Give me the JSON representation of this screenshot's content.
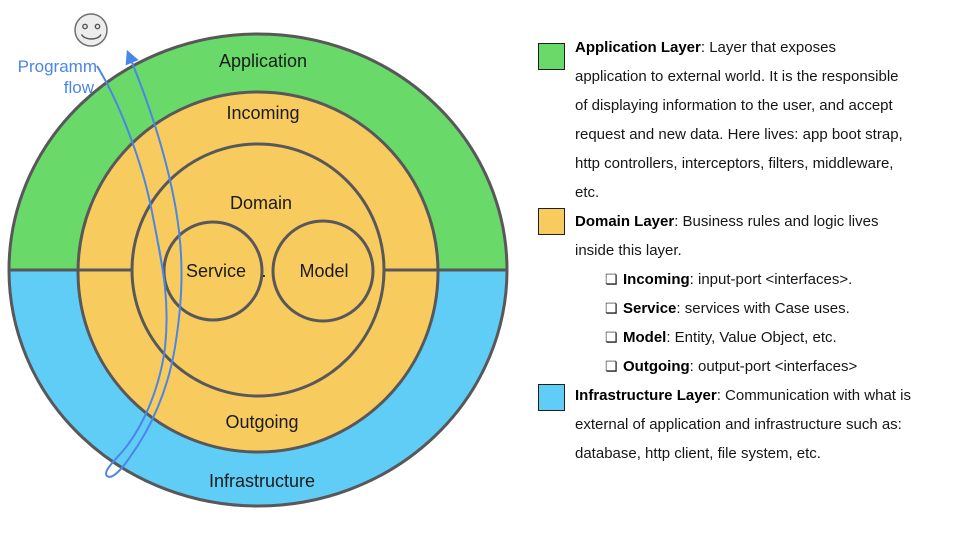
{
  "diagram": {
    "rings": {
      "application": "Application",
      "incoming": "Incoming",
      "domain": "Domain",
      "service": "Service",
      "model": "Model",
      "outgoing": "Outgoing",
      "infrastructure": "Infrastructure"
    },
    "stray_dot": ".",
    "flow_label_line1": "Programm",
    "flow_label_line2": "flow",
    "colors": {
      "application_green": "#69d969",
      "domain_yellow": "#f8cb5f",
      "infrastructure_blue": "#5fcdf5",
      "ring_stroke": "#58585a",
      "flow_blue": "#4a86e8",
      "smiley_fill": "#ededed",
      "smiley_stroke": "#707070"
    }
  },
  "legend": {
    "bullet_char": "❏",
    "blocks": [
      {
        "swatch_color": "#69d969",
        "title": "Application Layer",
        "lines": [
          ":  Layer that exposes",
          "application to external world. It is the responsible",
          "of displaying information to the user, and accept",
          "request and new data. Here lives: app boot strap,",
          "http controllers, interceptors, filters, middleware,",
          "etc."
        ]
      },
      {
        "swatch_color": "#f8cb5f",
        "title": "Domain Layer",
        "lines": [
          ": Business rules and logic lives",
          "inside this layer."
        ],
        "bullets": [
          {
            "term": "Incoming",
            "rest": ": input-port <interfaces>."
          },
          {
            "term": "Service",
            "rest": ": services with Case uses."
          },
          {
            "term": "Model",
            "rest": ": Entity, Value Object, etc."
          },
          {
            "term": "Outgoing",
            "rest": ": output-port <interfaces>"
          }
        ]
      },
      {
        "swatch_color": "#5fcdf5",
        "title": "Infrastructure Layer",
        "lines": [
          ": Communication with what is",
          "external of application and infrastructure such as:",
          "database, http client, file system, etc."
        ]
      }
    ]
  }
}
